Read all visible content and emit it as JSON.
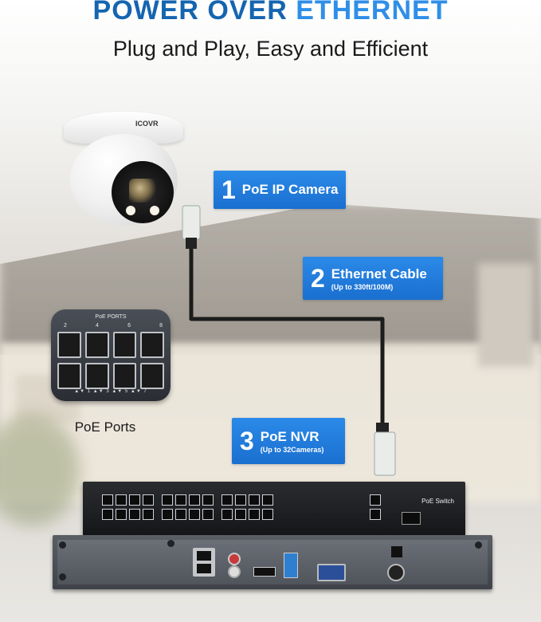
{
  "header": {
    "title_part1": "POWER OVER",
    "title_part2": "ETHERNET",
    "subtitle": "Plug and Play, Easy and Efficient"
  },
  "camera": {
    "brand": "ICOVR"
  },
  "labels": [
    {
      "number": "1",
      "main": "PoE IP Camera",
      "sub": ""
    },
    {
      "number": "2",
      "main": "Ethernet Cable",
      "sub": "(Up to 330ft/100M)"
    },
    {
      "number": "3",
      "main": "PoE NVR",
      "sub": "(Up to 32Cameras)"
    }
  ],
  "ports_inset": {
    "header": "PoE PORTS",
    "numbers": [
      "2",
      "4",
      "6",
      "8"
    ],
    "footer": "▲▼ 1 ▲▼ 3 ▲▼ 5 ▲▼ 7",
    "caption": "PoE Ports"
  },
  "switch": {
    "label": "PoE Switch"
  },
  "colors": {
    "title_dark": "#1565b0",
    "title_accent": "#2f8fe8",
    "label_bg": "#1a6fcf"
  }
}
